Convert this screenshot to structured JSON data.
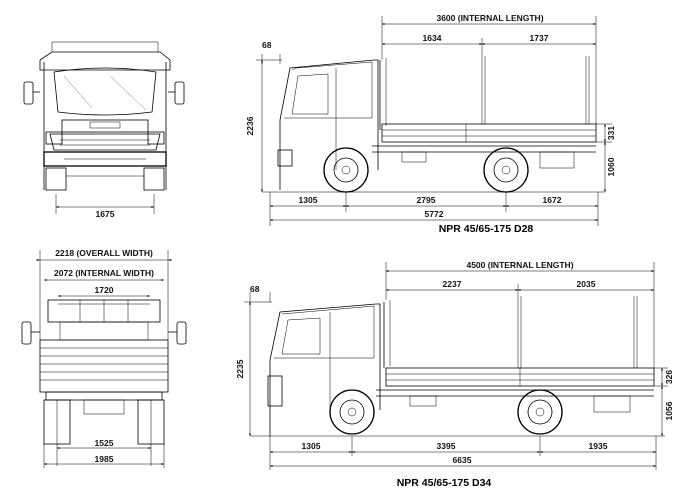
{
  "top": {
    "front": {
      "track": "1675"
    },
    "side": {
      "cab_offset": "68",
      "height": "2236",
      "internal_length": "3600 (INTERNAL LENGTH)",
      "seg1": "1634",
      "seg2": "1737",
      "side_height": "331",
      "floor_height": "1060",
      "front_overhang": "1305",
      "wheelbase": "2795",
      "rear_overhang": "1672",
      "overall_length": "5772",
      "model": "NPR 45/65-175 D28"
    }
  },
  "bottom": {
    "rear": {
      "overall_width": "2218 (OVERALL WIDTH)",
      "internal_width": "2072 (INTERNAL WIDTH)",
      "frame_width": "1720",
      "rear_track": "1525",
      "tyre_width": "1985"
    },
    "side": {
      "cab_offset": "68",
      "height": "2235",
      "internal_length": "4500 (INTERNAL LENGTH)",
      "seg1": "2237",
      "seg2": "2035",
      "side_height": "326",
      "floor_height": "1056",
      "front_overhang": "1305",
      "wheelbase": "3395",
      "rear_overhang": "1935",
      "overall_length": "6635",
      "model": "NPR 45/65-175 D34"
    }
  }
}
